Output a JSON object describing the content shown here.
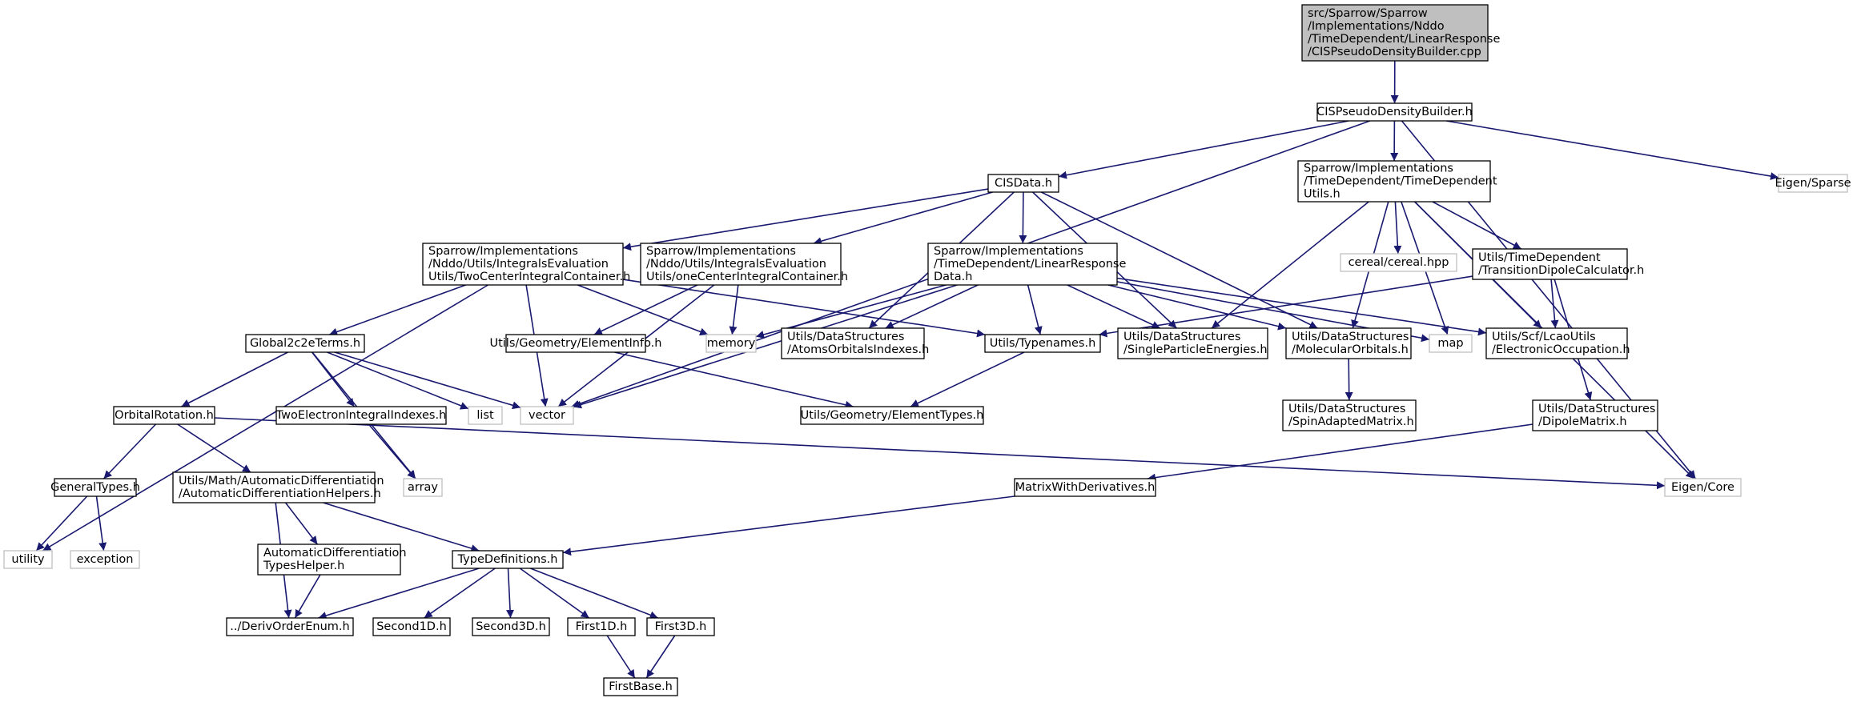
{
  "colors": {
    "edge": "#191970",
    "root_fill": "#bfbfbf",
    "node_border": "#000000",
    "external_border": "#bfbfbf"
  },
  "nodes": [
    {
      "id": "root",
      "kind": "root",
      "lines": [
        "src/Sparrow/Sparrow",
        "/Implementations/Nddo",
        "/TimeDependent/LinearResponse",
        "/CISPseudoDensityBuilder.cpp"
      ]
    },
    {
      "id": "cispdb_h",
      "kind": "internal",
      "lines": [
        "CISPseudoDensityBuilder.h"
      ]
    },
    {
      "id": "eigen_sparse",
      "kind": "external",
      "lines": [
        "Eigen/Sparse"
      ]
    },
    {
      "id": "cisdata_h",
      "kind": "internal",
      "lines": [
        "CISData.h"
      ]
    },
    {
      "id": "td_utils_h",
      "kind": "internal",
      "lines": [
        "Sparrow/Implementations",
        "/TimeDependent/TimeDependent",
        "Utils.h"
      ]
    },
    {
      "id": "twocenter_h",
      "kind": "internal",
      "lines": [
        "Sparrow/Implementations",
        "/Nddo/Utils/IntegralsEvaluation",
        "Utils/TwoCenterIntegralContainer.h"
      ]
    },
    {
      "id": "onecenter_h",
      "kind": "internal",
      "lines": [
        "Sparrow/Implementations",
        "/Nddo/Utils/IntegralsEvaluation",
        "Utils/oneCenterIntegralContainer.h"
      ]
    },
    {
      "id": "lrdata_h",
      "kind": "internal",
      "lines": [
        "Sparrow/Implementations",
        "/TimeDependent/LinearResponse",
        "Data.h"
      ]
    },
    {
      "id": "cereal_hpp",
      "kind": "external",
      "lines": [
        "cereal/cereal.hpp"
      ]
    },
    {
      "id": "tdcalc_h",
      "kind": "internal",
      "lines": [
        "Utils/TimeDependent",
        "/TransitionDipoleCalculator.h"
      ]
    },
    {
      "id": "global2c2e_h",
      "kind": "internal",
      "lines": [
        "Global2c2eTerms.h"
      ]
    },
    {
      "id": "elementinfo_h",
      "kind": "internal",
      "lines": [
        "Utils/Geometry/ElementInfo.h"
      ]
    },
    {
      "id": "memory",
      "kind": "external",
      "lines": [
        "memory"
      ]
    },
    {
      "id": "atomsorb_h",
      "kind": "internal",
      "lines": [
        "Utils/DataStructures",
        "/AtomsOrbitalsIndexes.h"
      ]
    },
    {
      "id": "typenames_h",
      "kind": "internal",
      "lines": [
        "Utils/Typenames.h"
      ]
    },
    {
      "id": "singlepart_h",
      "kind": "internal",
      "lines": [
        "Utils/DataStructures",
        "/SingleParticleEnergies.h"
      ]
    },
    {
      "id": "molorb_h",
      "kind": "internal",
      "lines": [
        "Utils/DataStructures",
        "/MolecularOrbitals.h"
      ]
    },
    {
      "id": "map",
      "kind": "external",
      "lines": [
        "map"
      ]
    },
    {
      "id": "elecocc_h",
      "kind": "internal",
      "lines": [
        "Utils/Scf/LcaoUtils",
        "/ElectronicOccupation.h"
      ]
    },
    {
      "id": "orbrot_h",
      "kind": "internal",
      "lines": [
        "OrbitalRotation.h"
      ]
    },
    {
      "id": "twoelec_h",
      "kind": "internal",
      "lines": [
        "TwoElectronIntegralIndexes.h"
      ]
    },
    {
      "id": "list",
      "kind": "external",
      "lines": [
        "list"
      ]
    },
    {
      "id": "vector",
      "kind": "external",
      "lines": [
        "vector"
      ]
    },
    {
      "id": "elemtypes_h",
      "kind": "internal",
      "lines": [
        "Utils/Geometry/ElementTypes.h"
      ]
    },
    {
      "id": "spinadapted_h",
      "kind": "internal",
      "lines": [
        "Utils/DataStructures",
        "/SpinAdaptedMatrix.h"
      ]
    },
    {
      "id": "dipole_h",
      "kind": "internal",
      "lines": [
        "Utils/DataStructures",
        "/DipoleMatrix.h"
      ]
    },
    {
      "id": "generaltypes_h",
      "kind": "internal",
      "lines": [
        "GeneralTypes.h"
      ]
    },
    {
      "id": "autodiffhelpers_h",
      "kind": "internal",
      "lines": [
        "Utils/Math/AutomaticDifferentiation",
        "/AutomaticDifferentiationHelpers.h"
      ]
    },
    {
      "id": "array",
      "kind": "external",
      "lines": [
        "array"
      ]
    },
    {
      "id": "matrixderiv_h",
      "kind": "internal",
      "lines": [
        "MatrixWithDerivatives.h"
      ]
    },
    {
      "id": "eigen_core",
      "kind": "external",
      "lines": [
        "Eigen/Core"
      ]
    },
    {
      "id": "utility",
      "kind": "external",
      "lines": [
        "utility"
      ]
    },
    {
      "id": "exception",
      "kind": "external",
      "lines": [
        "exception"
      ]
    },
    {
      "id": "autodifftypes_h",
      "kind": "internal",
      "lines": [
        "AutomaticDifferentiation",
        "TypesHelper.h"
      ]
    },
    {
      "id": "typedefs_h",
      "kind": "internal",
      "lines": [
        "TypeDefinitions.h"
      ]
    },
    {
      "id": "derivorder_h",
      "kind": "internal",
      "lines": [
        "../DerivOrderEnum.h"
      ]
    },
    {
      "id": "second1d_h",
      "kind": "internal",
      "lines": [
        "Second1D.h"
      ]
    },
    {
      "id": "second3d_h",
      "kind": "internal",
      "lines": [
        "Second3D.h"
      ]
    },
    {
      "id": "first1d_h",
      "kind": "internal",
      "lines": [
        "First1D.h"
      ]
    },
    {
      "id": "first3d_h",
      "kind": "internal",
      "lines": [
        "First3D.h"
      ]
    },
    {
      "id": "firstbase_h",
      "kind": "internal",
      "lines": [
        "FirstBase.h"
      ]
    }
  ],
  "edges": [
    [
      "root",
      "cispdb_h"
    ],
    [
      "cispdb_h",
      "cisdata_h"
    ],
    [
      "cispdb_h",
      "td_utils_h"
    ],
    [
      "cispdb_h",
      "eigen_sparse"
    ],
    [
      "cispdb_h",
      "eigen_core"
    ],
    [
      "cispdb_h",
      "vector"
    ],
    [
      "cisdata_h",
      "twocenter_h"
    ],
    [
      "cisdata_h",
      "onecenter_h"
    ],
    [
      "cisdata_h",
      "lrdata_h"
    ],
    [
      "cisdata_h",
      "atomsorb_h"
    ],
    [
      "cisdata_h",
      "singlepart_h"
    ],
    [
      "cisdata_h",
      "molorb_h"
    ],
    [
      "td_utils_h",
      "cereal_hpp"
    ],
    [
      "td_utils_h",
      "tdcalc_h"
    ],
    [
      "td_utils_h",
      "singlepart_h"
    ],
    [
      "td_utils_h",
      "molorb_h"
    ],
    [
      "td_utils_h",
      "map"
    ],
    [
      "td_utils_h",
      "elecocc_h"
    ],
    [
      "td_utils_h",
      "eigen_core"
    ],
    [
      "twocenter_h",
      "global2c2e_h"
    ],
    [
      "twocenter_h",
      "memory"
    ],
    [
      "twocenter_h",
      "vector"
    ],
    [
      "twocenter_h",
      "utility"
    ],
    [
      "twocenter_h",
      "typenames_h"
    ],
    [
      "onecenter_h",
      "elementinfo_h"
    ],
    [
      "onecenter_h",
      "memory"
    ],
    [
      "onecenter_h",
      "vector"
    ],
    [
      "lrdata_h",
      "memory"
    ],
    [
      "lrdata_h",
      "atomsorb_h"
    ],
    [
      "lrdata_h",
      "typenames_h"
    ],
    [
      "lrdata_h",
      "singlepart_h"
    ],
    [
      "lrdata_h",
      "molorb_h"
    ],
    [
      "lrdata_h",
      "map"
    ],
    [
      "lrdata_h",
      "elecocc_h"
    ],
    [
      "lrdata_h",
      "vector"
    ],
    [
      "tdcalc_h",
      "typenames_h"
    ],
    [
      "tdcalc_h",
      "elecocc_h"
    ],
    [
      "tdcalc_h",
      "dipole_h"
    ],
    [
      "global2c2e_h",
      "orbrot_h"
    ],
    [
      "global2c2e_h",
      "twoelec_h"
    ],
    [
      "global2c2e_h",
      "list"
    ],
    [
      "global2c2e_h",
      "vector"
    ],
    [
      "global2c2e_h",
      "array"
    ],
    [
      "elementinfo_h",
      "elemtypes_h"
    ],
    [
      "typenames_h",
      "elemtypes_h"
    ],
    [
      "molorb_h",
      "spinadapted_h"
    ],
    [
      "orbrot_h",
      "generaltypes_h"
    ],
    [
      "orbrot_h",
      "autodiffhelpers_h"
    ],
    [
      "orbrot_h",
      "eigen_core"
    ],
    [
      "twoelec_h",
      "array"
    ],
    [
      "dipole_h",
      "matrixderiv_h"
    ],
    [
      "matrixderiv_h",
      "typedefs_h"
    ],
    [
      "generaltypes_h",
      "utility"
    ],
    [
      "generaltypes_h",
      "exception"
    ],
    [
      "autodiffhelpers_h",
      "autodifftypes_h"
    ],
    [
      "autodiffhelpers_h",
      "typedefs_h"
    ],
    [
      "autodiffhelpers_h",
      "derivorder_h"
    ],
    [
      "autodifftypes_h",
      "derivorder_h"
    ],
    [
      "typedefs_h",
      "derivorder_h"
    ],
    [
      "typedefs_h",
      "second1d_h"
    ],
    [
      "typedefs_h",
      "second3d_h"
    ],
    [
      "typedefs_h",
      "first1d_h"
    ],
    [
      "typedefs_h",
      "first3d_h"
    ],
    [
      "first1d_h",
      "firstbase_h"
    ],
    [
      "first3d_h",
      "firstbase_h"
    ]
  ]
}
